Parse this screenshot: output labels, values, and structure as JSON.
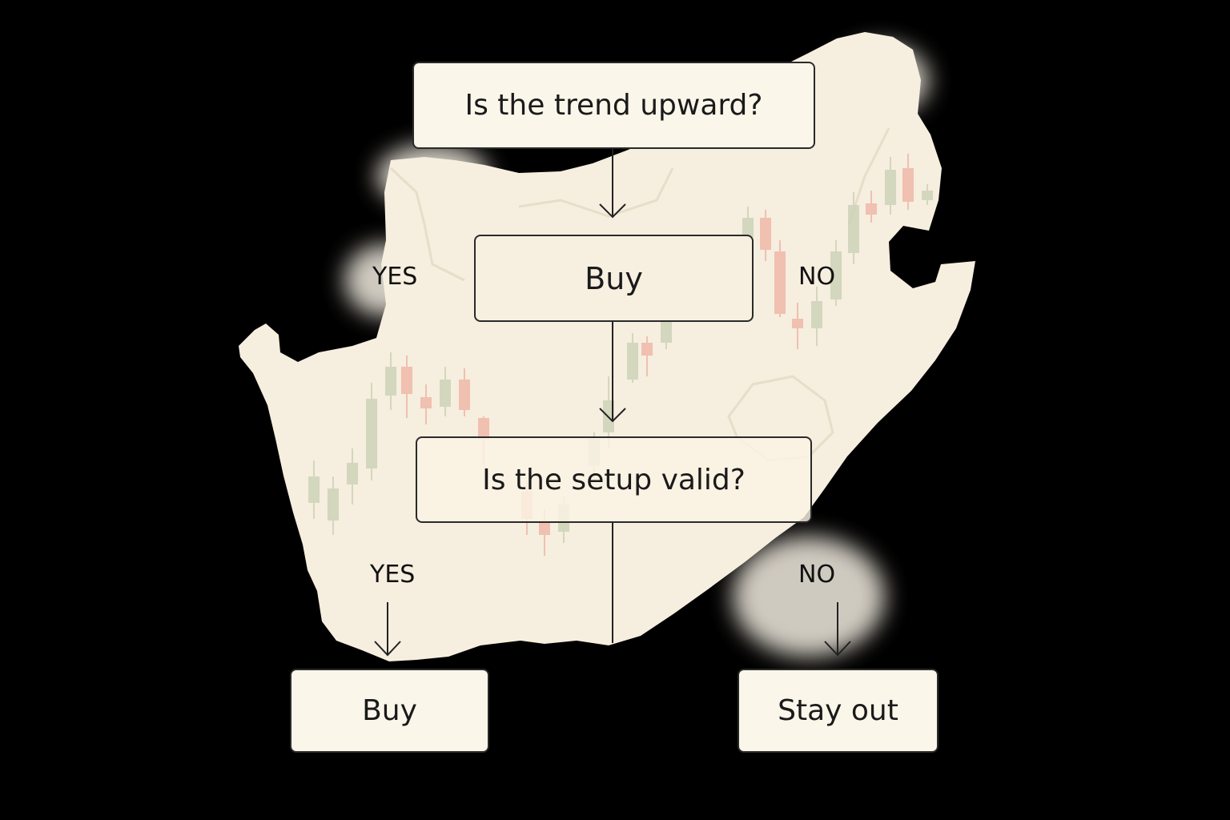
{
  "colors": {
    "background": "#000000",
    "map_fill": "#f6eedf",
    "box_fill": "#fbf6ea",
    "box_border": "#2a2a2a",
    "candle_up": "#cdd3b8",
    "candle_down": "#f0b8a8",
    "line": "#222222"
  },
  "background_icon": "south-africa-map",
  "nodes": {
    "question_1": "Is the trend upward?",
    "action_buy_1": "Buy",
    "question_2": "Is the setup valid?",
    "action_buy_2": "Buy",
    "action_stay_out": "Stay out"
  },
  "branch_labels": {
    "yes_1": "YES",
    "no_1": "NO",
    "yes_2": "YES",
    "no_2": "NO"
  }
}
